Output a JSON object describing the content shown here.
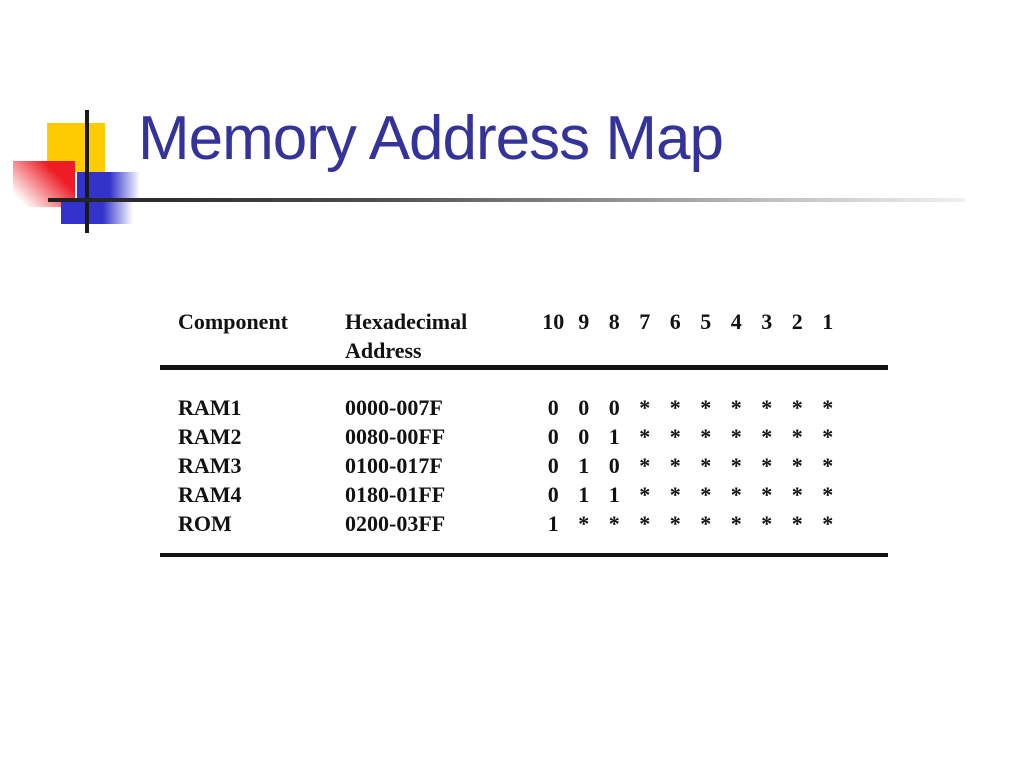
{
  "slide": {
    "title": "Memory Address Map"
  },
  "table": {
    "col_component": "Component",
    "col_hex": "Hexadecimal Address",
    "bit_labels": [
      "10",
      "9",
      "8",
      "7",
      "6",
      "5",
      "4",
      "3",
      "2",
      "1"
    ],
    "rows": [
      {
        "component": "RAM1",
        "hex": "0000-007F",
        "bits": [
          "0",
          "0",
          "0",
          "*",
          "*",
          "*",
          "*",
          "*",
          "*",
          "*"
        ]
      },
      {
        "component": "RAM2",
        "hex": "0080-00FF",
        "bits": [
          "0",
          "0",
          "1",
          "*",
          "*",
          "*",
          "*",
          "*",
          "*",
          "*"
        ]
      },
      {
        "component": "RAM3",
        "hex": "0100-017F",
        "bits": [
          "0",
          "1",
          "0",
          "*",
          "*",
          "*",
          "*",
          "*",
          "*",
          "*"
        ]
      },
      {
        "component": "RAM4",
        "hex": "0180-01FF",
        "bits": [
          "0",
          "1",
          "1",
          "*",
          "*",
          "*",
          "*",
          "*",
          "*",
          "*"
        ]
      },
      {
        "component": "ROM",
        "hex": "0200-03FF",
        "bits": [
          "1",
          "*",
          "*",
          "*",
          "*",
          "*",
          "*",
          "*",
          "*",
          "*"
        ]
      }
    ]
  },
  "colors": {
    "title_text": "#333399",
    "table_text": "#121212",
    "deco_yellow": "#FFCC02",
    "deco_red": "#EE1C25",
    "deco_blue": "#3333CC",
    "deco_line": "#1A1A1A"
  }
}
